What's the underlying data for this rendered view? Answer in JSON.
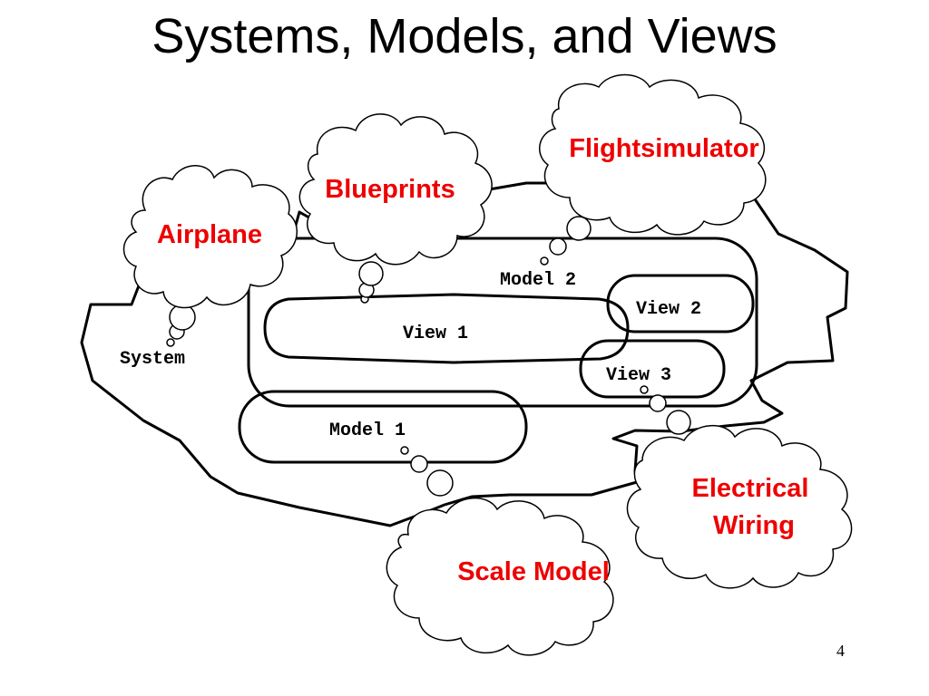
{
  "slide": {
    "title": "Systems, Models, and Views",
    "page_number": "4"
  },
  "diagram": {
    "system_label": "System",
    "model1_label": "Model 1",
    "model2_label": "Model 2",
    "view1_label": "View 1",
    "view2_label": "View 2",
    "view3_label": "View 3"
  },
  "clouds": {
    "airplane": "Airplane",
    "blueprints": "Blueprints",
    "flightsimulator": "Flightsimulator",
    "electrical_line1": "Electrical",
    "electrical_line2": "Wiring",
    "scale_model": "Scale Model"
  },
  "colors": {
    "cloud_text": "#ee0000",
    "line": "#000000"
  }
}
